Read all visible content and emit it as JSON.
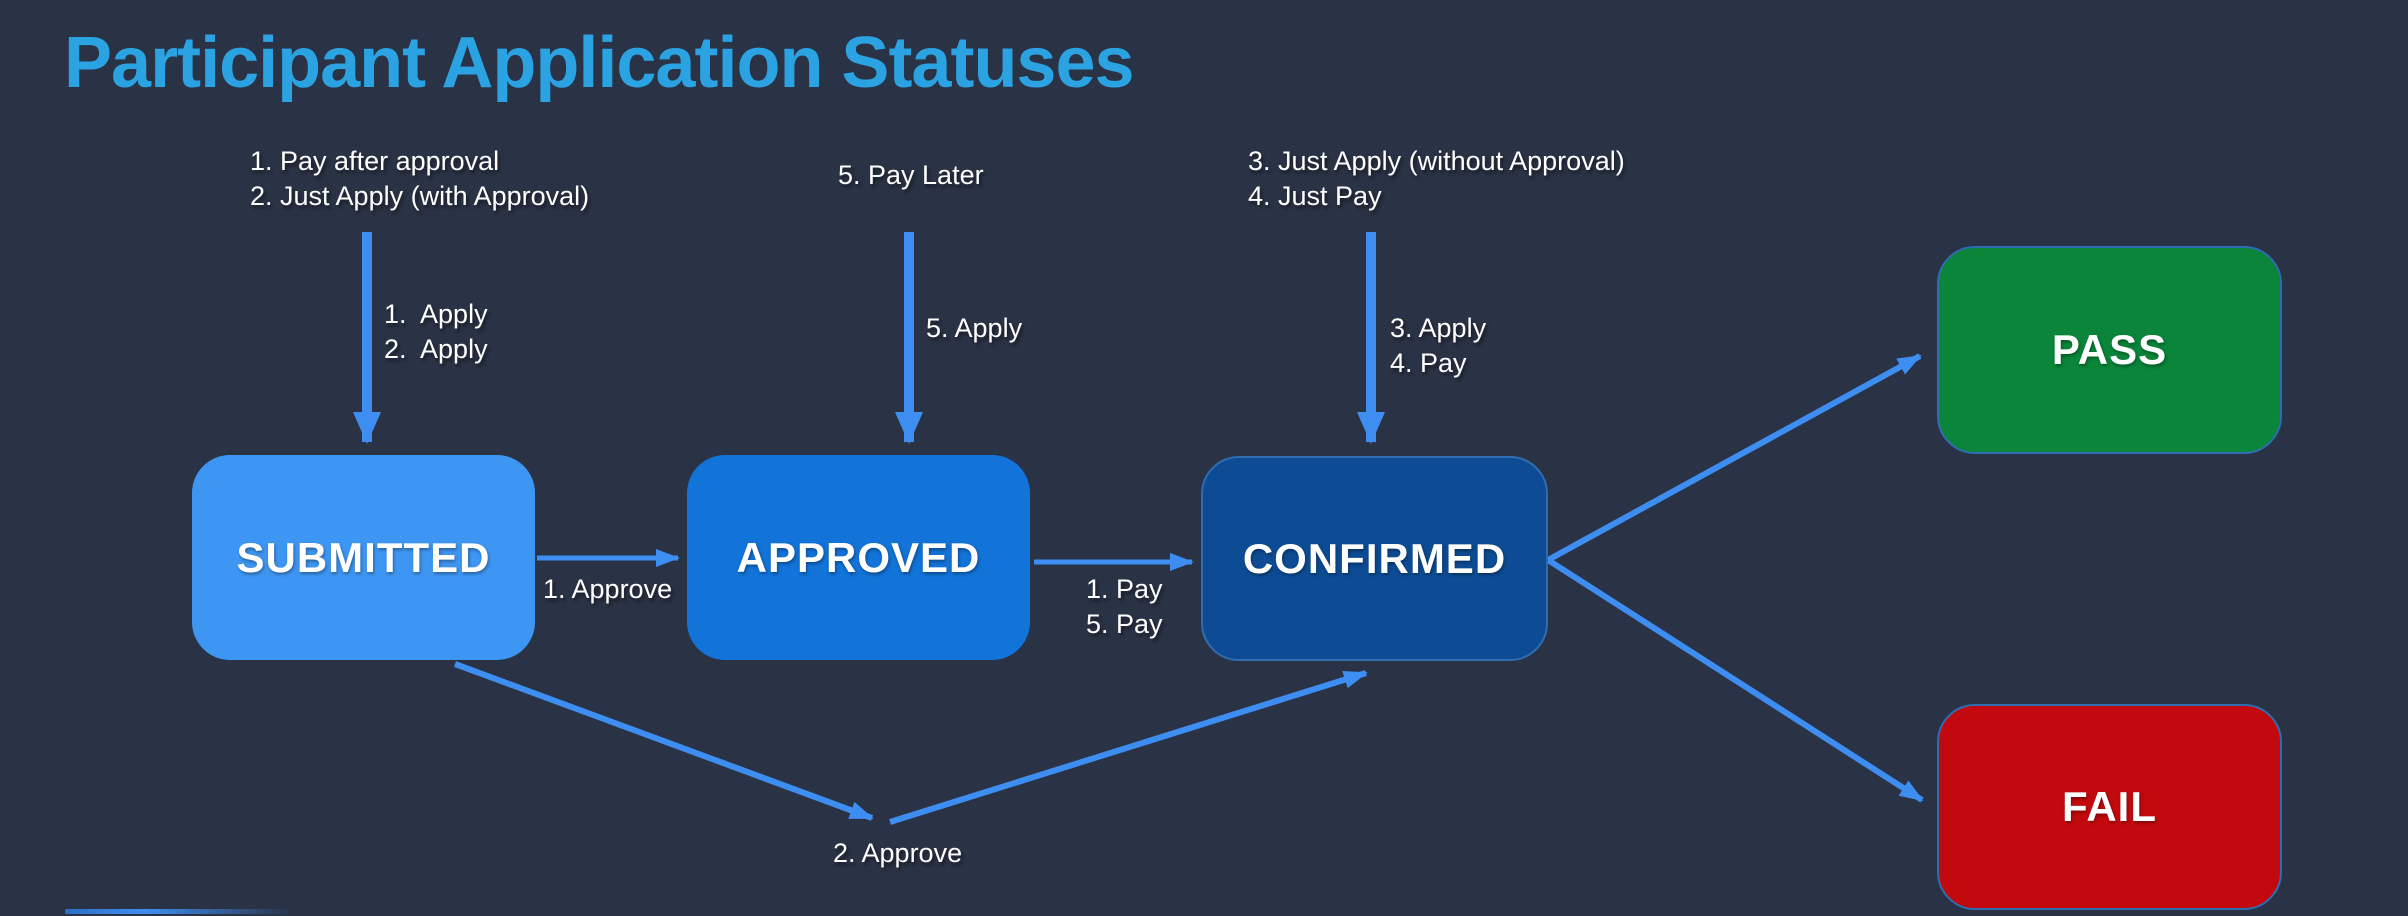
{
  "title": "Participant Application Statuses",
  "colors": {
    "background": "#2A3245",
    "title": "#2BA3E3",
    "arrow": "#3E8EF2",
    "text": "#FFFFFF",
    "node-submitted": "#3E96F3",
    "node-approved": "#1273D8",
    "node-confirmed": "#0D4C94",
    "node-pass": "#0A853A",
    "node-fail": "#C20A0E",
    "node-outline": "#2F6CB0"
  },
  "nodes": {
    "submitted": {
      "label": "SUBMITTED"
    },
    "approved": {
      "label": "APPROVED"
    },
    "confirmed": {
      "label": "CONFIRMED"
    },
    "pass": {
      "label": "PASS"
    },
    "fail": {
      "label": "FAIL"
    }
  },
  "annotations": {
    "entry_submitted": "1. Pay after approval\n2. Just Apply (with Approval)",
    "entry_approved": "5. Pay Later",
    "entry_confirmed": "3. Just Apply (without Approval)\n4. Just Pay",
    "arrow_submitted": "1.  Apply\n2.  Apply",
    "arrow_approved": "5. Apply",
    "arrow_confirmed": "3. Apply\n4. Pay",
    "edge_submitted_approved": "1. Approve",
    "edge_approved_confirmed": "1. Pay\n5. Pay",
    "edge_submitted_confirmed": "2. Approve"
  }
}
